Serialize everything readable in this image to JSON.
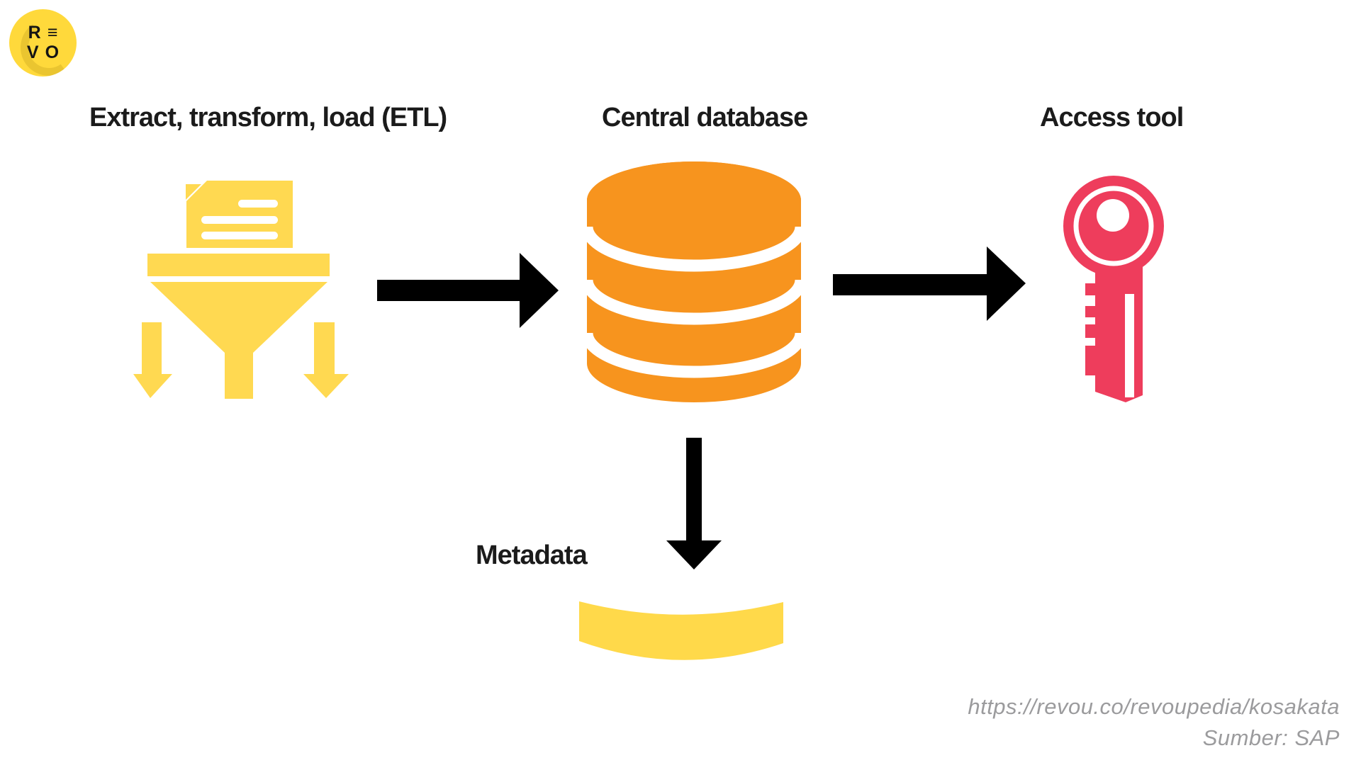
{
  "page": {
    "background": "#FFFFFF"
  },
  "logo": {
    "name": "RevoU",
    "letters": {
      "r": "R",
      "e": "≡",
      "v": "V",
      "o": "O"
    },
    "bg_color": "#FFD93B",
    "text_color": "#141414"
  },
  "diagram": {
    "label_color": "#1B1B1B",
    "arrow_color": "#000000",
    "etl": {
      "label": "Extract, transform, load (ETL)",
      "icon": "funnel-document-icon",
      "icon_color": "#FFD951"
    },
    "central_database": {
      "label": "Central database",
      "icon": "database-icon",
      "icon_color": "#F7941E"
    },
    "access_tool": {
      "label": "Access tool",
      "icon": "key-icon",
      "icon_color": "#EE3D5C"
    },
    "metadata": {
      "label": "Metadata",
      "icon": "curved-layer-icon",
      "icon_color": "#FFD94A"
    }
  },
  "footer": {
    "url": "https://revou.co/revoupedia/kosakata",
    "source": "Sumber: SAP",
    "text_color": "#9B9B9D"
  }
}
